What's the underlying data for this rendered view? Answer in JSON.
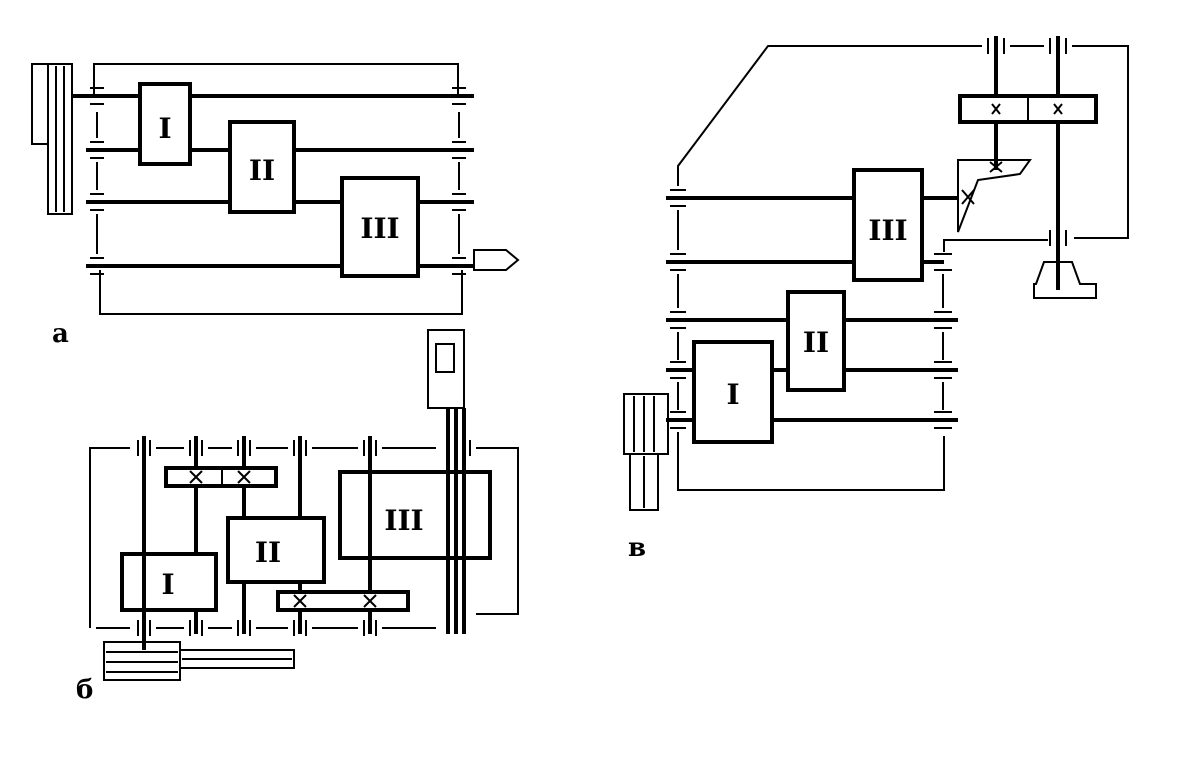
{
  "diagrams": {
    "a": {
      "label": "а",
      "units": [
        "I",
        "II",
        "III"
      ]
    },
    "b": {
      "label": "б",
      "units": [
        "I",
        "II",
        "III"
      ]
    },
    "v": {
      "label": "в",
      "units": [
        "III",
        "II",
        "I"
      ]
    }
  }
}
